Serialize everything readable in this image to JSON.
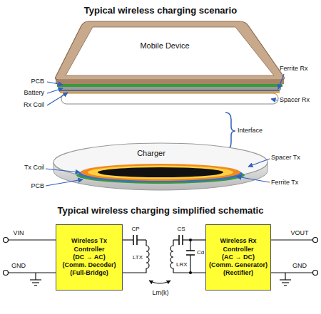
{
  "diagram": {
    "title": "Typical wireless charging scenario",
    "nodes": [
      {
        "text": [
          "Wireless Tx Controller",
          "(DC → AC)",
          "(Comm. Decoder)",
          "(Full-Bridge)"
        ]
      },
      {
        "text": [
          "Wireless Rx Controller",
          "(AC → DC)",
          "(Comm. Generator)",
          "(Rectifier)"
        ]
      }
    ],
    "labels": [
      "Mobile Device",
      "PCB",
      "Ferrite Rx",
      "Battery",
      "Spacer Rx",
      "Rx Coil",
      "Interface",
      "Charger",
      "Spacer Tx",
      "Tx Coil",
      "Ferrite Tx",
      "PCB",
      "Typical wireless charging simplified schematic",
      "VIN",
      "CP",
      "CS",
      "VOUT",
      "LTX",
      "LRX",
      "Cd",
      "GND",
      "GND",
      "Lm(k)"
    ]
  }
}
